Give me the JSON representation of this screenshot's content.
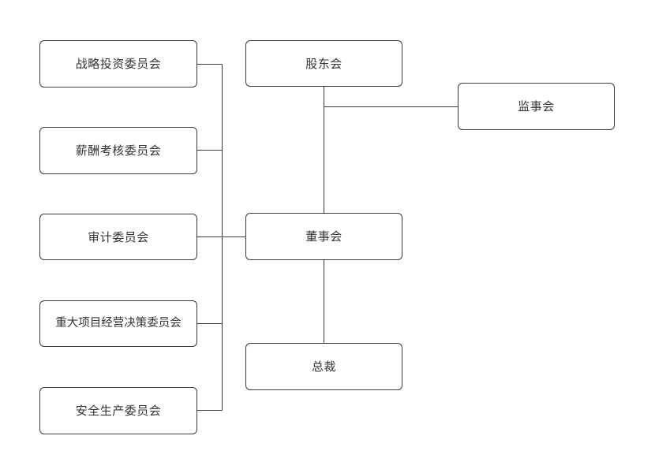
{
  "diagram": {
    "type": "organization-chart",
    "title": "",
    "background_color": "#ffffff",
    "node_fill": "#ffffff",
    "node_stroke": "#3a3a3a",
    "edge_stroke": "#3a3a3a",
    "text_color": "#333333"
  },
  "nodes": {
    "shareholders_meeting": {
      "label": "股东会"
    },
    "board_of_supervisors": {
      "label": "监事会"
    },
    "board_of_directors": {
      "label": "董事会"
    },
    "president": {
      "label": "总裁"
    },
    "strategy_investment_committee": {
      "label": "战略投资委员会"
    },
    "compensation_committee": {
      "label": "薪酬考核委员会"
    },
    "audit_committee": {
      "label": "审计委员会"
    },
    "major_project_committee": {
      "label": "重大项目经营决策委员会"
    },
    "safety_production_committee": {
      "label": "安全生产委员会"
    }
  },
  "edges": [
    {
      "from": "shareholders_meeting",
      "to": "board_of_supervisors"
    },
    {
      "from": "shareholders_meeting",
      "to": "board_of_directors"
    },
    {
      "from": "board_of_directors",
      "to": "president"
    },
    {
      "from": "strategy_investment_committee",
      "to": "board_of_directors"
    },
    {
      "from": "compensation_committee",
      "to": "board_of_directors"
    },
    {
      "from": "audit_committee",
      "to": "board_of_directors"
    },
    {
      "from": "major_project_committee",
      "to": "board_of_directors"
    },
    {
      "from": "safety_production_committee",
      "to": "board_of_directors"
    }
  ]
}
